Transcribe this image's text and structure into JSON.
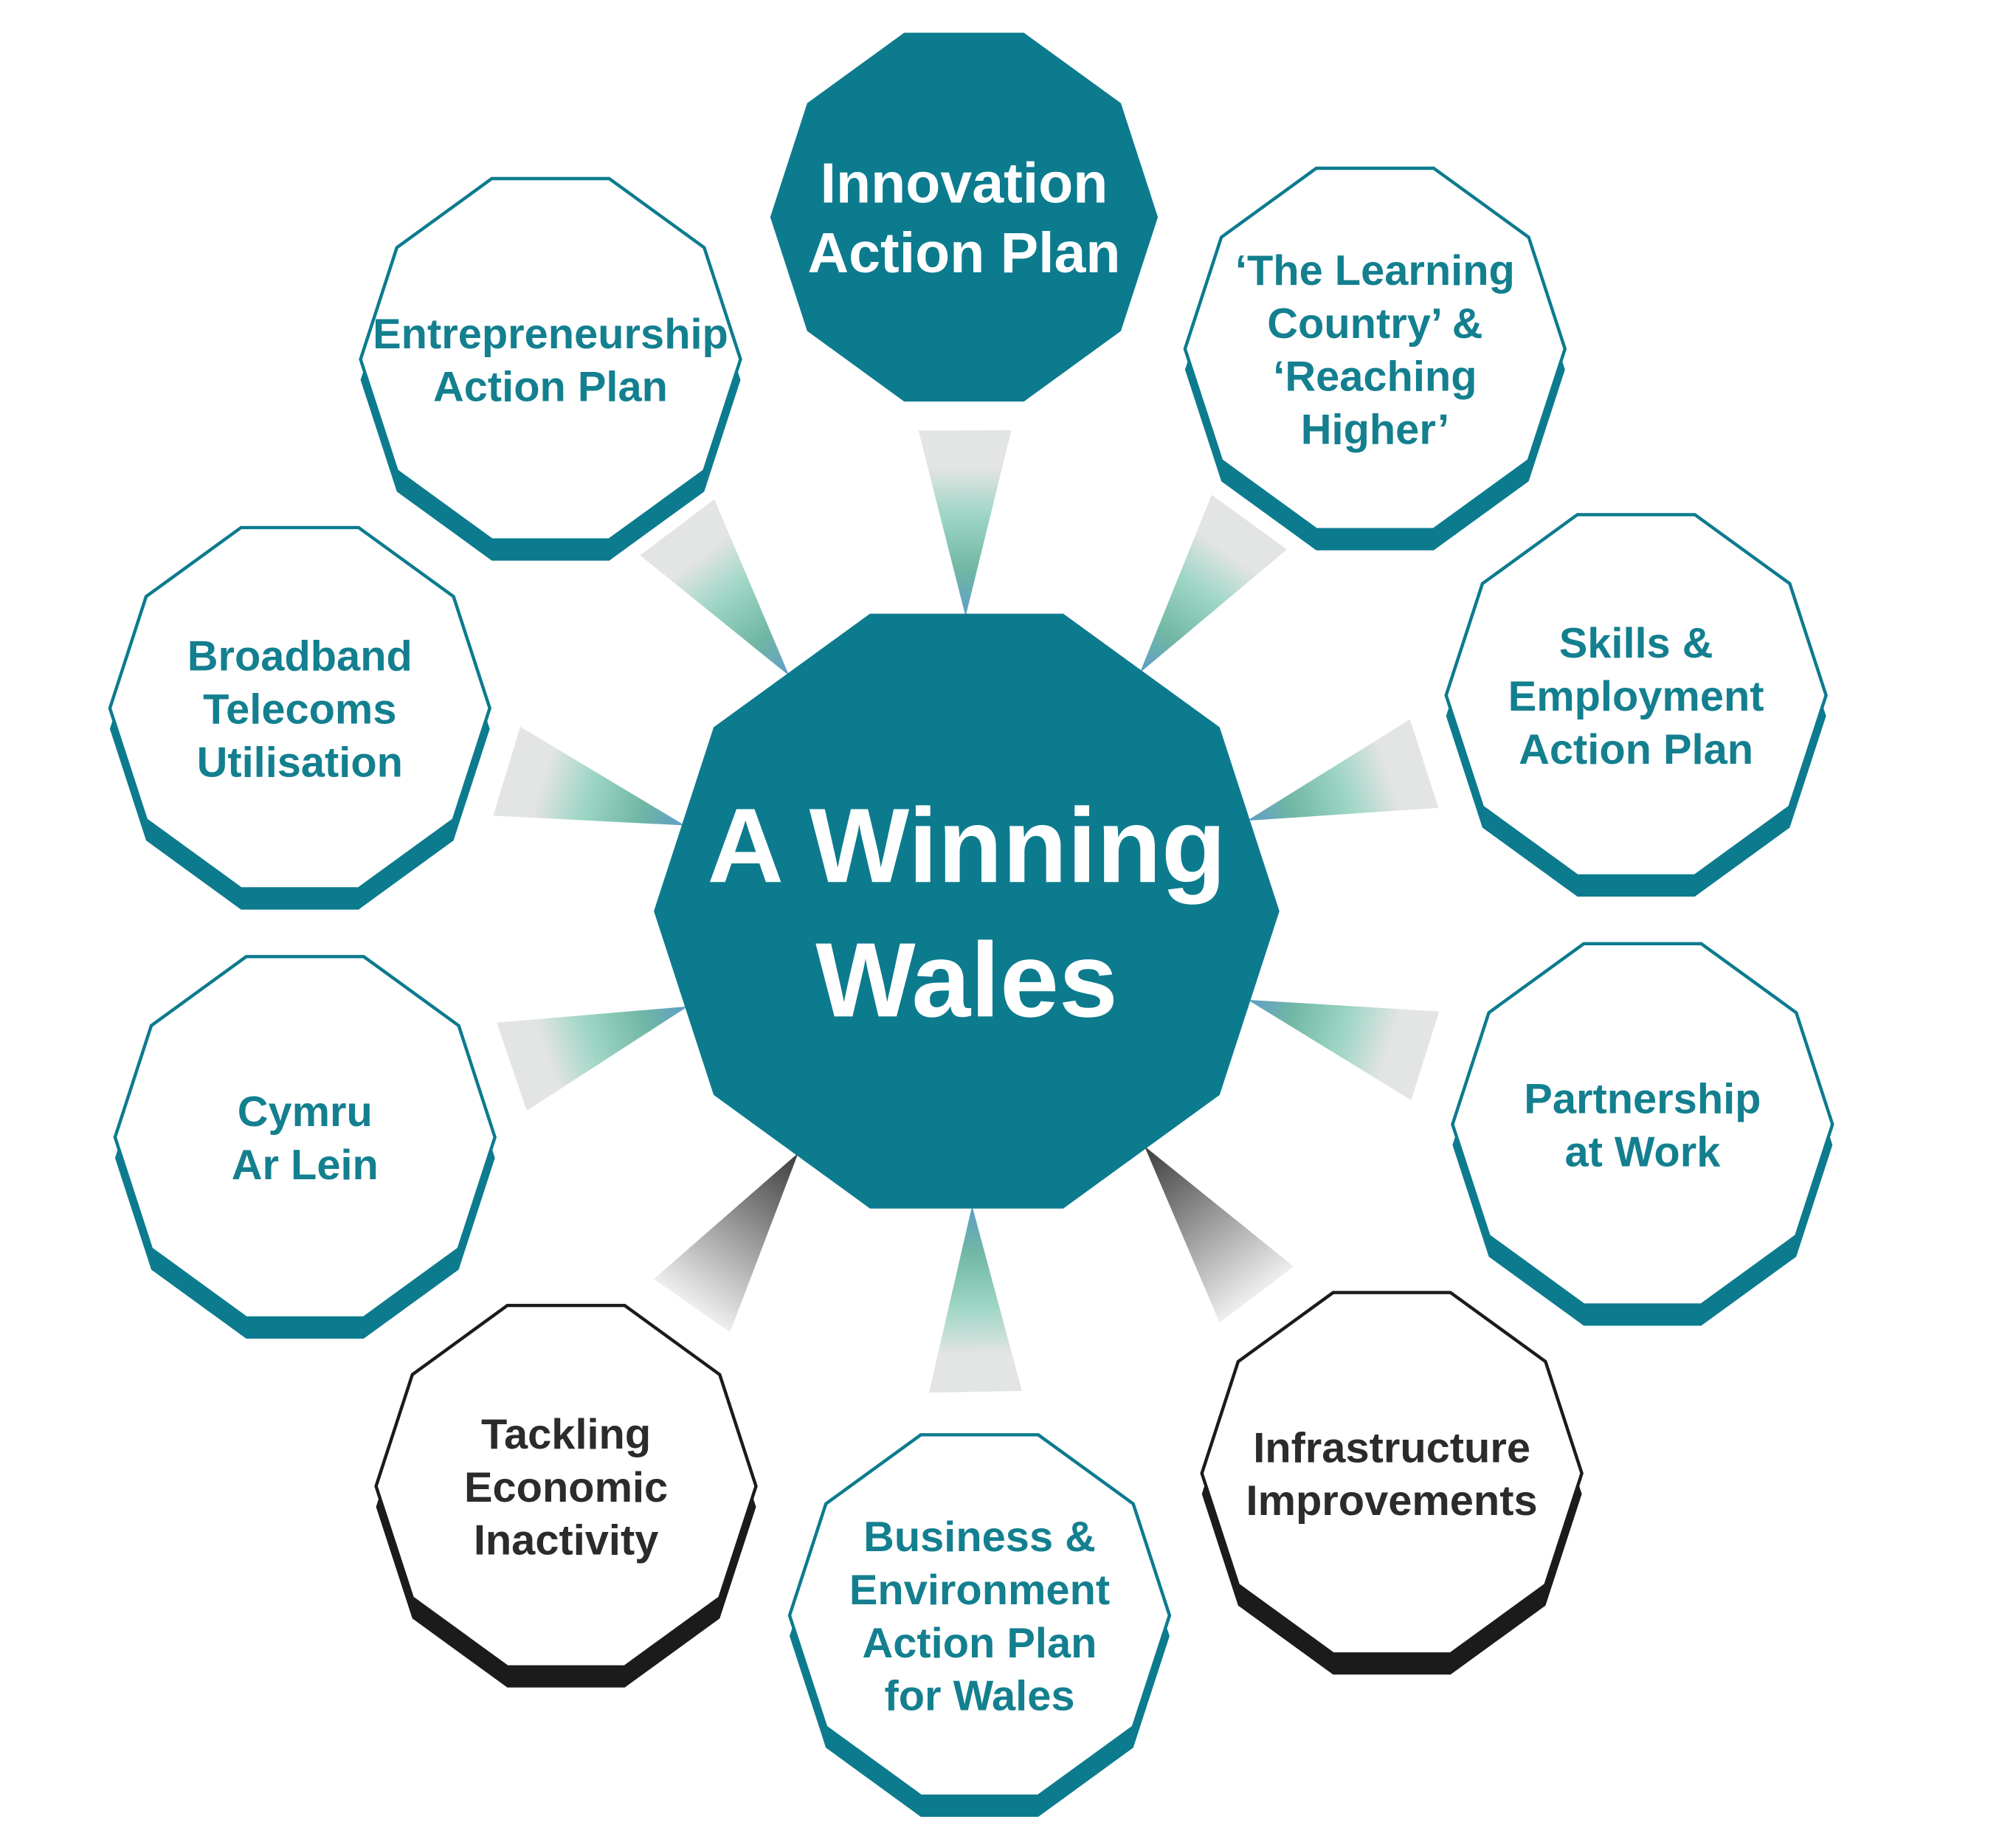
{
  "diagram": {
    "center": {
      "lines": [
        "A Winning",
        "Wales"
      ]
    },
    "nodes": [
      {
        "id": "innovation-action-plan",
        "lines": [
          "Innovation",
          "Action Plan"
        ],
        "style": "filled"
      },
      {
        "id": "learning-country-reaching-higher",
        "lines": [
          "‘The Learning",
          "Country’ &",
          "‘Reaching",
          "Higher’"
        ],
        "style": "teal"
      },
      {
        "id": "skills-employment-action-plan",
        "lines": [
          "Skills &",
          "Employment",
          "Action Plan"
        ],
        "style": "teal"
      },
      {
        "id": "partnership-at-work",
        "lines": [
          "Partnership",
          "at Work"
        ],
        "style": "teal"
      },
      {
        "id": "infrastructure-improvements",
        "lines": [
          "Infrastructure",
          "Improvements"
        ],
        "style": "dark"
      },
      {
        "id": "business-environment-action-plan",
        "lines": [
          "Business &",
          "Environment",
          "Action Plan",
          "for Wales"
        ],
        "style": "teal"
      },
      {
        "id": "tackling-economic-inactivity",
        "lines": [
          "Tackling",
          "Economic",
          "Inactivity"
        ],
        "style": "dark"
      },
      {
        "id": "cymru-ar-lein",
        "lines": [
          "Cymru",
          "Ar Lein"
        ],
        "style": "teal"
      },
      {
        "id": "broadband-telecoms-utilisation",
        "lines": [
          "Broadband",
          "Telecoms",
          "Utilisation"
        ],
        "style": "teal"
      },
      {
        "id": "entrepreneurship-action-plan",
        "lines": [
          "Entrepreneurship",
          "Action Plan"
        ],
        "style": "teal"
      }
    ]
  },
  "colors": {
    "teal": "#0c7b8e",
    "teal_text": "#137f8f",
    "dark": "#1b1b1b",
    "dark_text": "#2b2b2b",
    "white": "#ffffff",
    "ray_teal_light": "#e3e4e4",
    "ray_teal_mid": "#9fd6c6",
    "ray_teal_deep": "#71b7a4",
    "ray_blue": "#5f9dc9",
    "ray_gray_light": "#eeeeee",
    "ray_gray_mid": "#8c8c8c",
    "ray_gray_deep": "#3c3c3c"
  }
}
